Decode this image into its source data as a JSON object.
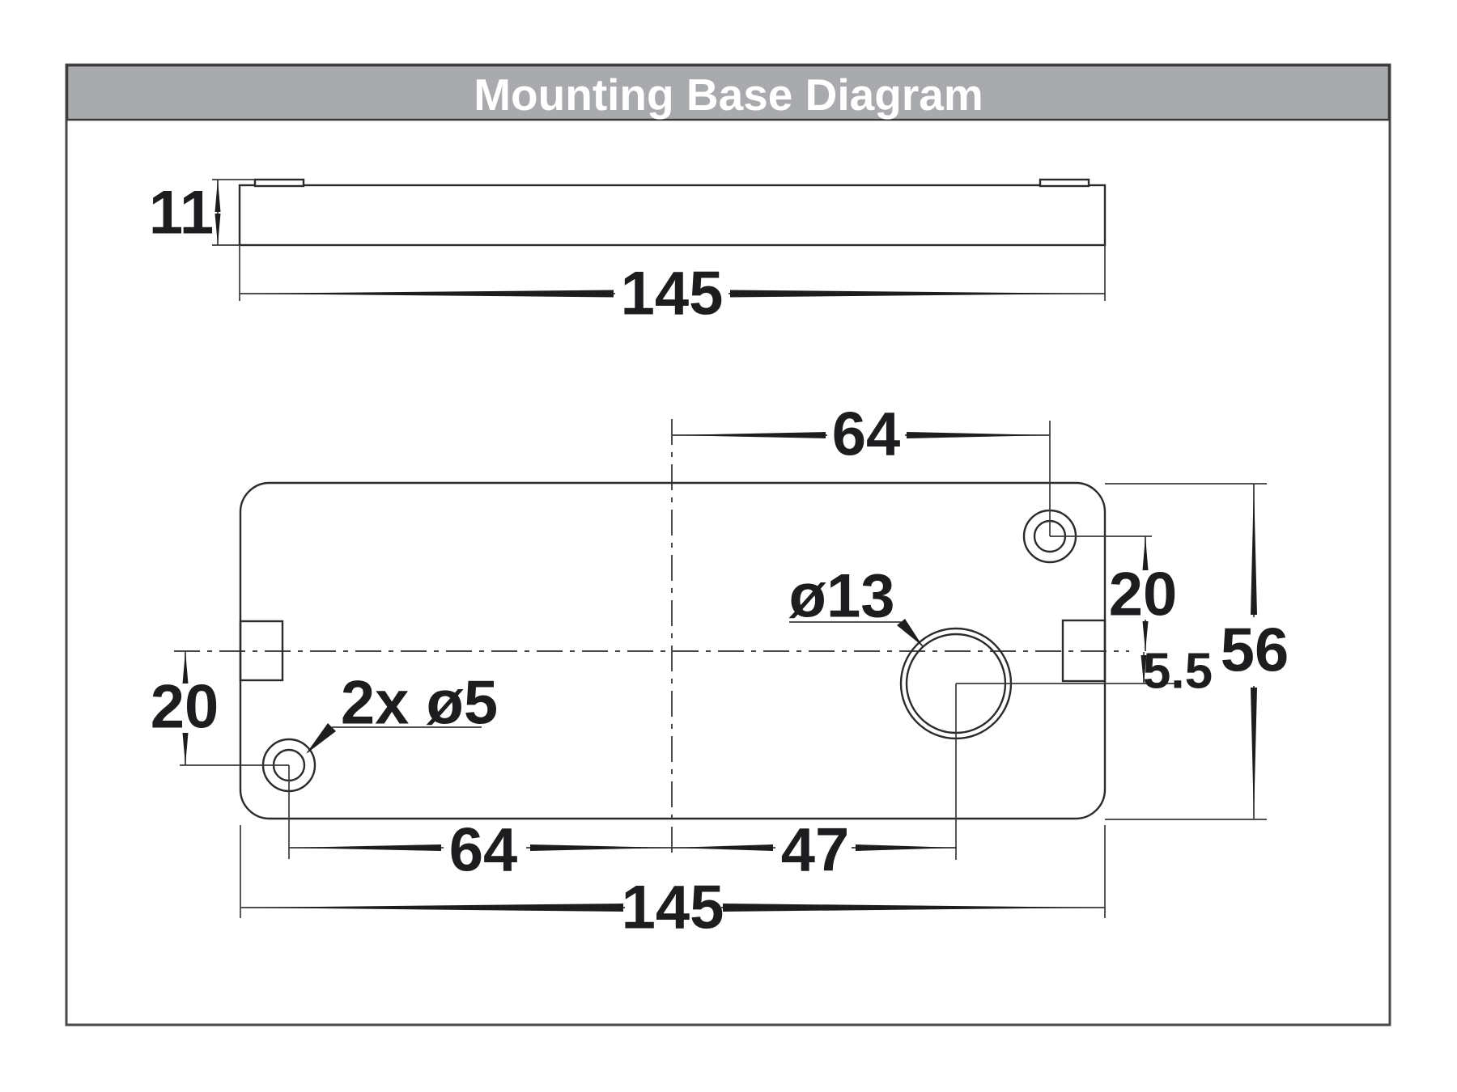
{
  "title": "Mounting Base Diagram",
  "colors": {
    "title_bar_bg": "#a8aaad",
    "title_text": "#ffffff",
    "ink": "#1d1d1f"
  },
  "side_view": {
    "thickness": "11",
    "width": "145"
  },
  "plan_view": {
    "top_hole_offset": "64",
    "screw_hole_note": "2x ø5",
    "big_hole_diameter": "ø13",
    "right_vertical_offset": "20",
    "center_offset": "5.5",
    "plate_height": "56",
    "left_vertical_offset": "20",
    "bottom_left_offset": "64",
    "bottom_right_offset": "47",
    "plate_width": "145"
  }
}
